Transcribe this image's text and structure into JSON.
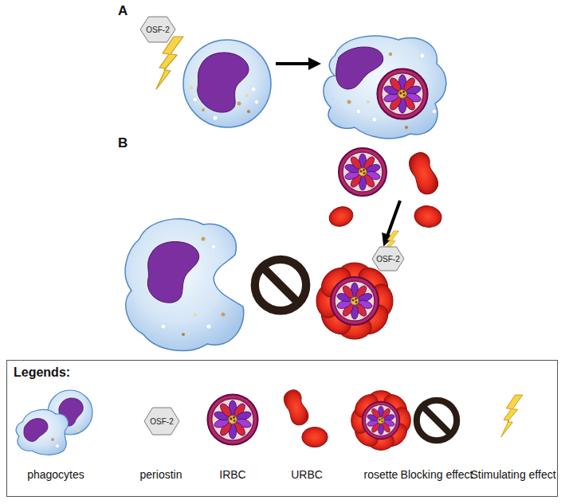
{
  "diagram": {
    "nodes": [
      {
        "text": [
          "OSF-2"
        ]
      },
      {
        "text": [
          "OSF-2"
        ]
      },
      {
        "text": [
          "Legends:"
        ]
      },
      {
        "text": [
          "OSF-2"
        ],
        "in": 2
      }
    ],
    "labels": [
      "A",
      "B"
    ],
    "legend": [
      {
        "text": "phagocytes"
      },
      {
        "text": "periostin"
      },
      {
        "text": "IRBC"
      },
      {
        "text": "URBC"
      },
      {
        "text": "rosette"
      },
      {
        "text": "Blocking effect"
      },
      {
        "text": "Stimulating effect"
      }
    ]
  }
}
